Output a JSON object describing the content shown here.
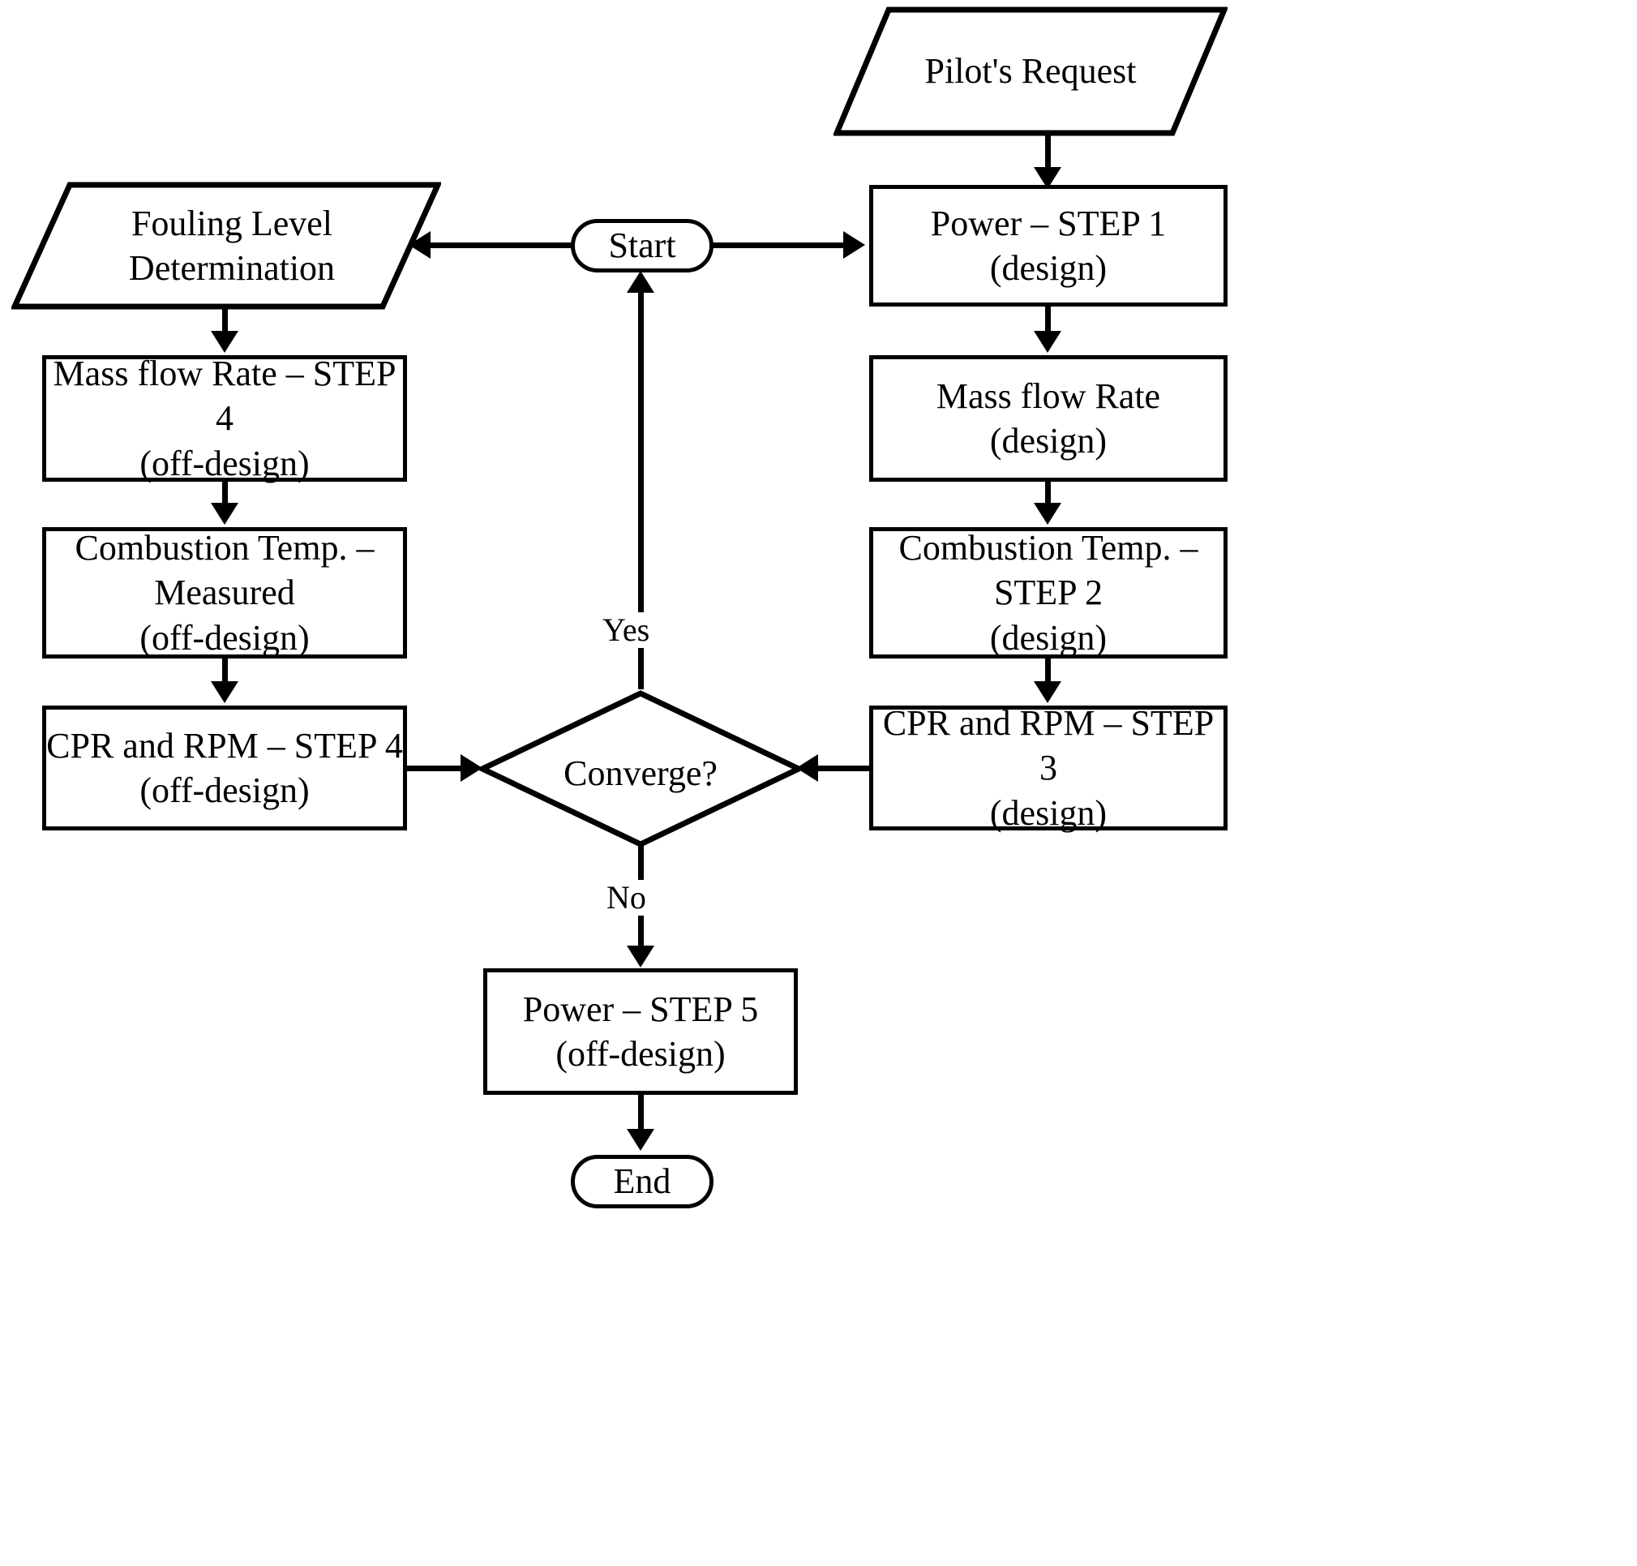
{
  "diagram": {
    "title": "Gas turbine performance / fouling determination flowchart",
    "colors": {
      "stroke": "#000000",
      "fill": "#ffffff",
      "text": "#000000"
    },
    "nodes": [
      {
        "id": "pilots-request",
        "shape": "parallelogram",
        "label": "Pilot's Request"
      },
      {
        "id": "power-step-1",
        "shape": "process",
        "label": "Power – STEP 1\n(design)"
      },
      {
        "id": "fouling-level",
        "shape": "parallelogram",
        "label": "Fouling Level\nDetermination"
      },
      {
        "id": "start",
        "shape": "terminator",
        "label": "Start"
      },
      {
        "id": "mass-flow-rate-step-4",
        "shape": "process",
        "label": "Mass flow Rate – STEP 4\n(off-design)"
      },
      {
        "id": "mass-flow-rate-design",
        "shape": "process",
        "label": "Mass flow Rate\n(design)"
      },
      {
        "id": "combustion-temp-measured",
        "shape": "process",
        "label": "Combustion Temp. –\nMeasured\n(off-design)"
      },
      {
        "id": "combustion-temp-step-2",
        "shape": "process",
        "label": "Combustion Temp. –\nSTEP 2\n(design)"
      },
      {
        "id": "cpr-rpm-step-4",
        "shape": "process",
        "label": "CPR and RPM – STEP 4\n(off-design)"
      },
      {
        "id": "cpr-rpm-step-3",
        "shape": "process",
        "label": "CPR and RPM – STEP 3\n(design)"
      },
      {
        "id": "converge",
        "shape": "diamond",
        "label": "Converge?"
      },
      {
        "id": "power-step-5",
        "shape": "process",
        "label": "Power – STEP 5\n(off-design)"
      },
      {
        "id": "end",
        "shape": "terminator",
        "label": "End"
      }
    ],
    "edges": [
      {
        "from": "pilots-request",
        "to": "power-step-1",
        "label": ""
      },
      {
        "from": "start",
        "to": "power-step-1",
        "label": ""
      },
      {
        "from": "start",
        "to": "fouling-level",
        "label": ""
      },
      {
        "from": "fouling-level",
        "to": "mass-flow-rate-step-4",
        "label": ""
      },
      {
        "from": "power-step-1",
        "to": "mass-flow-rate-design",
        "label": ""
      },
      {
        "from": "mass-flow-rate-step-4",
        "to": "combustion-temp-measured",
        "label": ""
      },
      {
        "from": "mass-flow-rate-design",
        "to": "combustion-temp-step-2",
        "label": ""
      },
      {
        "from": "combustion-temp-measured",
        "to": "cpr-rpm-step-4",
        "label": ""
      },
      {
        "from": "combustion-temp-step-2",
        "to": "cpr-rpm-step-3",
        "label": ""
      },
      {
        "from": "cpr-rpm-step-4",
        "to": "converge",
        "label": ""
      },
      {
        "from": "cpr-rpm-step-3",
        "to": "converge",
        "label": ""
      },
      {
        "from": "converge",
        "to": "start",
        "label": "Yes"
      },
      {
        "from": "converge",
        "to": "power-step-5",
        "label": "No"
      },
      {
        "from": "power-step-5",
        "to": "end",
        "label": ""
      }
    ],
    "edge_labels": {
      "yes": "Yes",
      "no": "No"
    }
  }
}
